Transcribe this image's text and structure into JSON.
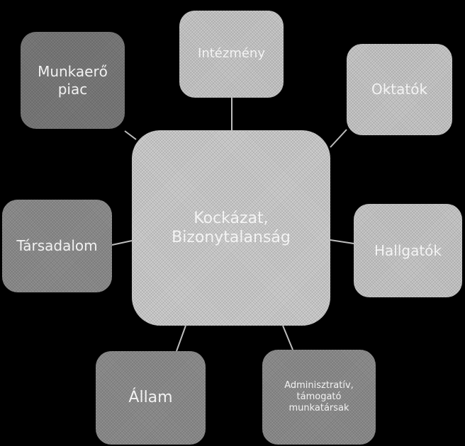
{
  "diagram": {
    "center": {
      "label": "Kockázat,\nBizonytalanság"
    },
    "nodes": {
      "intezmeny": {
        "label": "Intézmény"
      },
      "oktatok": {
        "label": "Oktatók"
      },
      "hallgatok": {
        "label": "Hallgatók"
      },
      "adminisztrativ": {
        "label": "Adminisztratív,\ntámogató\nmunkatársak"
      },
      "allam": {
        "label": "Állam"
      },
      "tarsadalom": {
        "label": "Társadalom"
      },
      "munkaero": {
        "label": "Munkaerő\npiac"
      }
    },
    "colors": {
      "background": "#000000",
      "dark_box": "#7b7b7b",
      "mid_box": "#8f8f8f",
      "light_box": "#c9c9c9",
      "connector": "#bdbdbd"
    }
  }
}
